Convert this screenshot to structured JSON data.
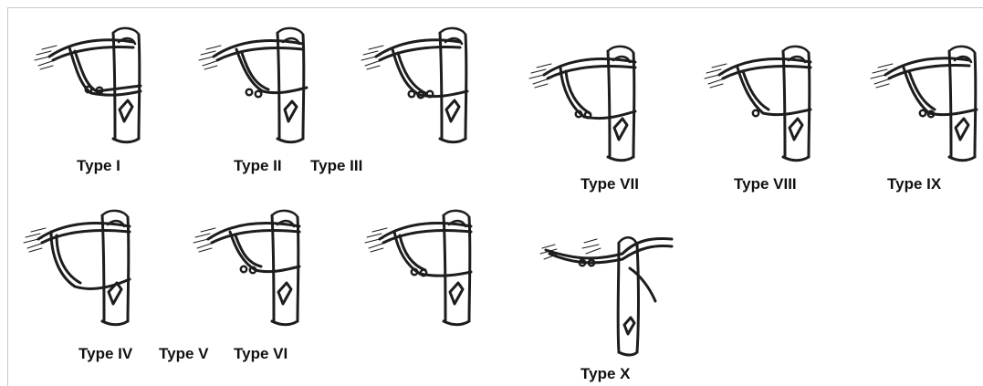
{
  "labels": {
    "type_1": "Type I",
    "type_2": "Type II",
    "type_3": "Type III",
    "type_4": "Type IV",
    "type_5": "Type V",
    "type_6": "Type VI",
    "type_7": "Type VII",
    "type_8": "Type VIII",
    "type_9": "Type IX",
    "type_10": "Type X"
  }
}
